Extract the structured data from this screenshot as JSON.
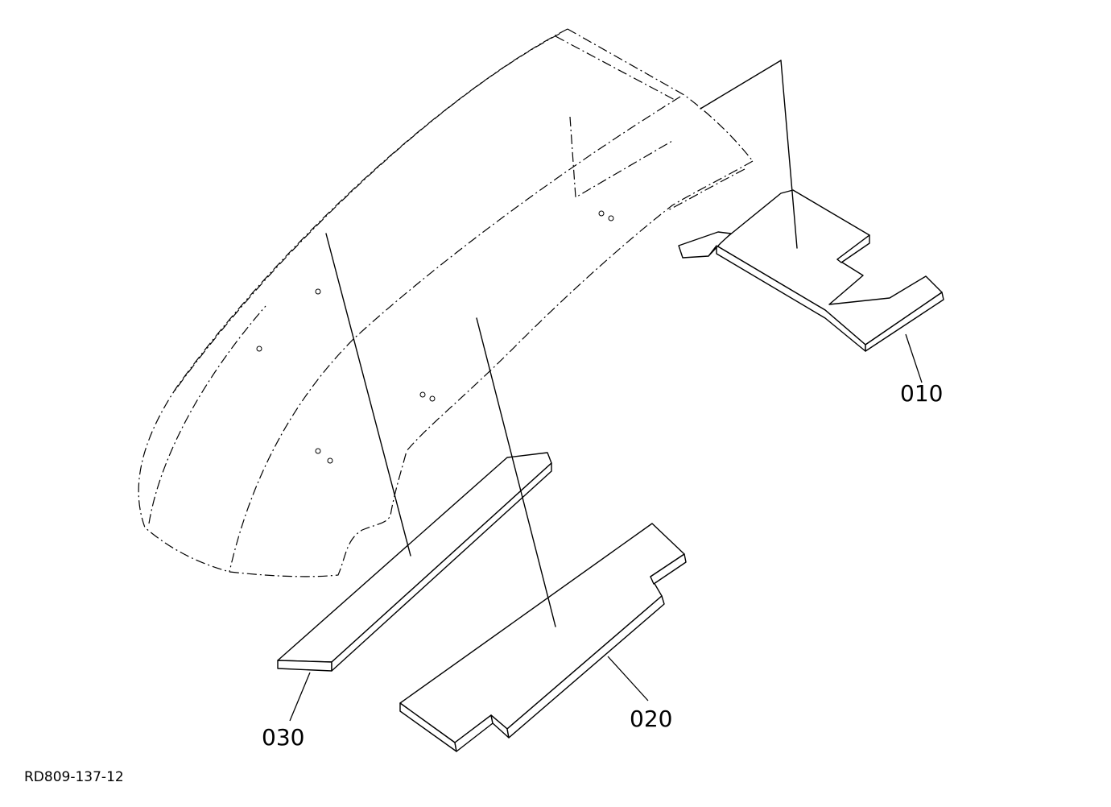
{
  "parts": [
    {
      "id": "part-010",
      "number": "010"
    },
    {
      "id": "part-020",
      "number": "020"
    },
    {
      "id": "part-030",
      "number": "030"
    }
  ],
  "drawing_ref": "RD809-137-12"
}
